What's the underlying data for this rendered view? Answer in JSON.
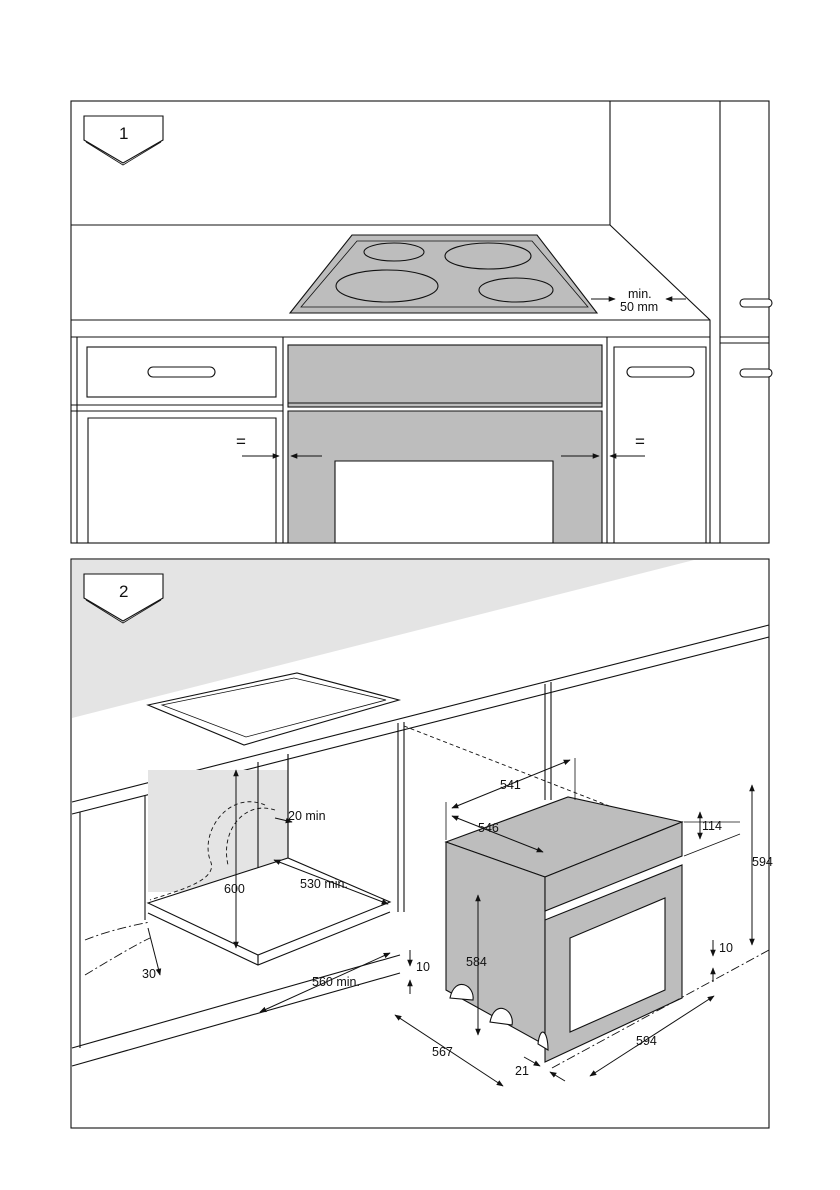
{
  "panels": [
    {
      "number": "1",
      "labels": {
        "clearance_min": "min.",
        "clearance_value": "50 mm",
        "equal_left": "=",
        "equal_right": "="
      }
    },
    {
      "number": "2",
      "labels": {
        "dim_20": "20 min",
        "dim_600": "600",
        "dim_530": "530 min.",
        "dim_30": "30",
        "dim_560": "560 min.",
        "dim_541": "541",
        "dim_546": "546",
        "dim_584": "584",
        "dim_10a": "10",
        "dim_567": "567",
        "dim_21": "21",
        "dim_114": "114",
        "dim_594v": "594",
        "dim_10b": "10",
        "dim_594h": "594"
      }
    }
  ],
  "colors": {
    "appliance_fill": "#bdbdbd",
    "wall_fill": "#e4e4e4",
    "line": "#111111"
  }
}
